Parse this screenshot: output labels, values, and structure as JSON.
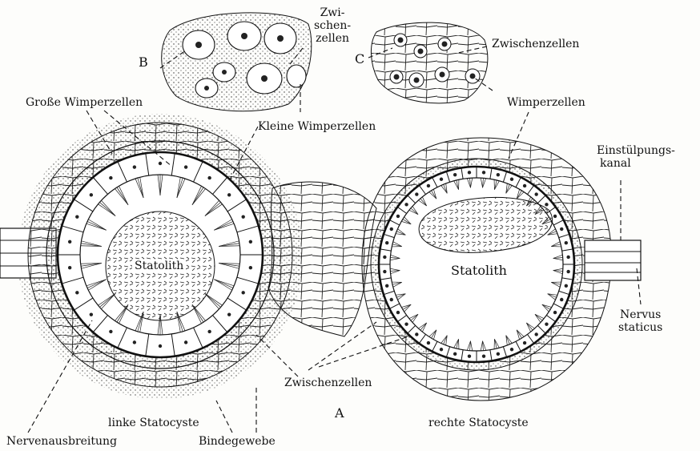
{
  "figure": {
    "panel_b": "B",
    "panel_c": "C",
    "panel_a": "A",
    "zwi_schen_zellen": [
      "Zwi-",
      "schen-",
      "zellen"
    ],
    "zwischenzellen_top": "Zwischenzellen",
    "wimperzellen": "Wimperzellen",
    "grosse_wimperzellen": "Große Wimperzellen",
    "kleine_wimperzellen": "Kleine Wimperzellen",
    "einstuelpungskanal": [
      "Einstülpungs-",
      "kanal"
    ],
    "statolith_left": "Statolith",
    "statolith_right": "Statolith",
    "nervus_staticus": [
      "Nervus",
      "staticus"
    ],
    "zwischenzellen_bottom": "Zwischenzellen",
    "linke_statocyste": "linke Statocyste",
    "rechte_statocyste": "rechte Statocyste",
    "nervenausbreitung": "Nervenausbreitung",
    "bindegewebe": "Bindegewebe"
  }
}
